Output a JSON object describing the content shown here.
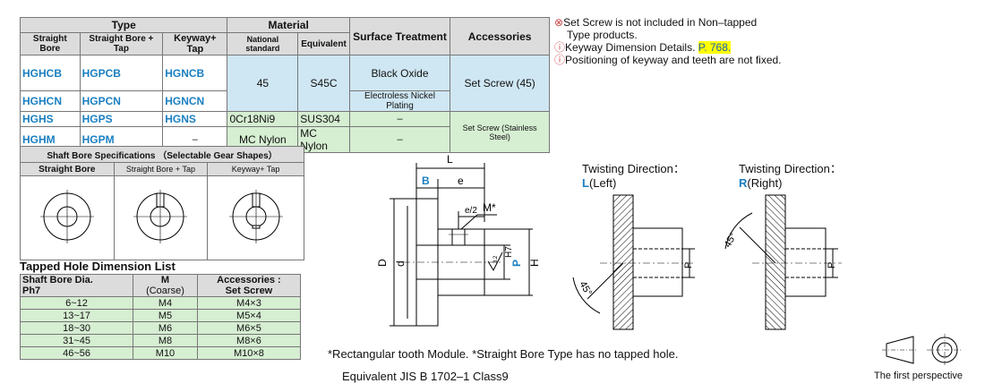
{
  "type_table": {
    "headers": {
      "type": "Type",
      "straight_bore": "Straight Bore",
      "straight_bore_tap": "Straight Bore + Tap",
      "keyway_tap": "Keyway+ Tap",
      "material": "Material",
      "national_standard": "National standard",
      "equivalent": "Equivalent",
      "surface_treatment": "Surface Treatment",
      "accessories": "Accessories"
    },
    "rows": [
      {
        "sb": "HGHCB",
        "sbt": "HGPCB",
        "kt": "HGNCB"
      },
      {
        "sb": "HGHCN",
        "sbt": "HGPCN",
        "kt": "HGNCN"
      },
      {
        "sb": "HGHS",
        "sbt": "HGPS",
        "kt": "HGNS",
        "nat": "0Cr18Ni9",
        "eq": "SUS304",
        "st": "–"
      },
      {
        "sb": "HGHM",
        "sbt": "HGPM",
        "kt": "–",
        "nat": "MC Nylon",
        "eq": "MC Nylon",
        "st": "–"
      }
    ],
    "steel_nat": "45",
    "steel_eq": "S45C",
    "black_oxide": "Black Oxide",
    "nickel": "Electroless Nickel Plating",
    "acc_steel": "Set Screw (45)",
    "acc_stainless": "Set Screw (Stainless Steel)"
  },
  "notes": {
    "n1a": "Set Screw is not included in Non–tapped",
    "n1b": "Type products.",
    "n2": "Keyway Dimension Details.",
    "n2_link": "P. 768.",
    "n3": "Positioning of keyway and teeth are not fixed."
  },
  "bore_table": {
    "title": "Shaft Bore Specifications （Selectable Gear Shapes）",
    "cols": [
      "Straight Bore",
      "Straight Bore + Tap",
      "Keyway+ Tap"
    ]
  },
  "tapped": {
    "title": "Tapped Hole Dimension List",
    "h1a": "Shaft Bore Dia.",
    "h1b": "Ph7",
    "h2a": "M",
    "h2b": "(Coarse)",
    "h3a": "Accessories :",
    "h3b": "Set Screw",
    "rows": [
      [
        "6~12",
        "M4",
        "M4×3"
      ],
      [
        "13~17",
        "M5",
        "M5×4"
      ],
      [
        "18~30",
        "M6",
        "M6×5"
      ],
      [
        "31~45",
        "M8",
        "M8×6"
      ],
      [
        "46~56",
        "M10",
        "M10×8"
      ]
    ]
  },
  "drawing": {
    "L": "L",
    "B": "B",
    "e": "e",
    "e2": "e/2",
    "M": "M*",
    "D": "D",
    "d": "d",
    "P": "P",
    "H7": "H7",
    "H": "H",
    "d3": "3.2"
  },
  "twist": {
    "label": "Twisting Direction：",
    "left_code": "L",
    "left_text": "(Left)",
    "right_code": "R",
    "right_text": "(Right)",
    "angle": "45°",
    "P": "P"
  },
  "footer": {
    "line1": "*Rectangular tooth Module.   *Straight Bore Type has no tapped hole.",
    "line2": "Equivalent JIS B 1702–1 Class9",
    "perspective": "The first perspective"
  }
}
